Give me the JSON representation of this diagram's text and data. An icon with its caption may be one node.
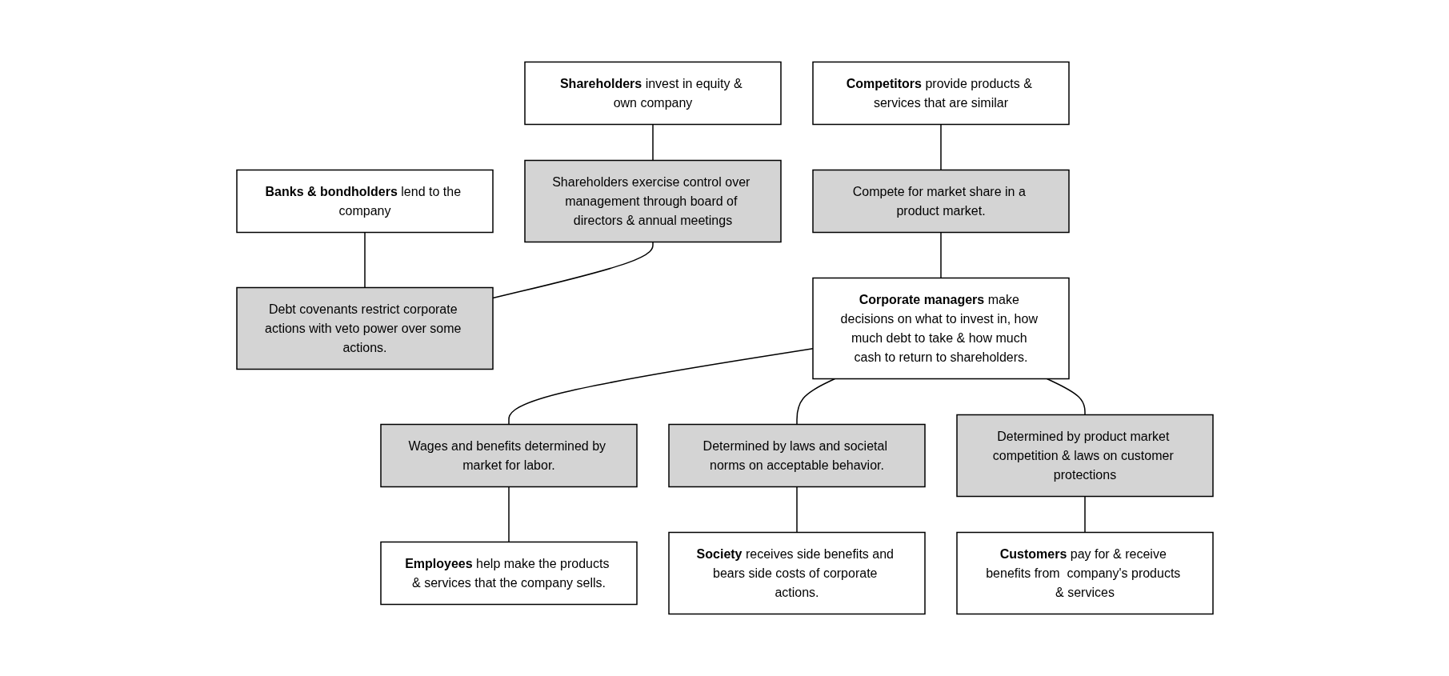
{
  "diagram": {
    "nodes": [
      {
        "text": [
          "**Shareholders** invest in equity & own company"
        ]
      },
      {
        "text": [
          "**Banks & bondholders** lend to the company"
        ]
      },
      {
        "text": [
          "Shareholders exercise control over management through board of directors & annual meetings"
        ]
      },
      {
        "text": [
          "Debt covenants restrict corporate actions with veto power over some actions."
        ]
      },
      {
        "text": [
          "**Competitors** provide products & services that are similar"
        ]
      },
      {
        "text": [
          "Compete for market share in a product market."
        ]
      },
      {
        "text": [
          "**Corporate managers** make decisions on what to invest in, how much debt to take & how much cash to return to shareholders."
        ]
      },
      {
        "text": [
          "Wages and benefits determined by market for labor."
        ]
      },
      {
        "text": [
          "**Employees** help make the products & services that the company sells."
        ]
      },
      {
        "text": [
          "Determined by laws and societal norms on acceptable behavior."
        ]
      },
      {
        "text": [
          "Determined by product market competition & laws on customer protections"
        ]
      },
      {
        "text": [
          "**Society** receives side benefits and bears side costs of corporate actions."
        ]
      },
      {
        "text": [
          "**Customers** pay for & receive benefits from  company's products & services"
        ]
      }
    ],
    "edges": [
      {
        "from": 0,
        "to": 2,
        "arrow": "none"
      },
      {
        "from": 1,
        "to": 3,
        "arrow": "none"
      },
      {
        "from": 2,
        "to": 3,
        "arrow": "none"
      },
      {
        "from": 4,
        "to": 5,
        "arrow": "none"
      },
      {
        "from": 5,
        "to": 6,
        "arrow": "none"
      },
      {
        "from": 6,
        "to": 7,
        "arrow": "none"
      },
      {
        "from": 7,
        "to": 8,
        "arrow": "none"
      },
      {
        "from": 6,
        "to": 9,
        "arrow": "none"
      },
      {
        "from": 6,
        "to": 10,
        "arrow": "none"
      },
      {
        "from": 9,
        "to": 11,
        "arrow": "none"
      },
      {
        "from": 10,
        "to": 12,
        "arrow": "none"
      }
    ]
  }
}
